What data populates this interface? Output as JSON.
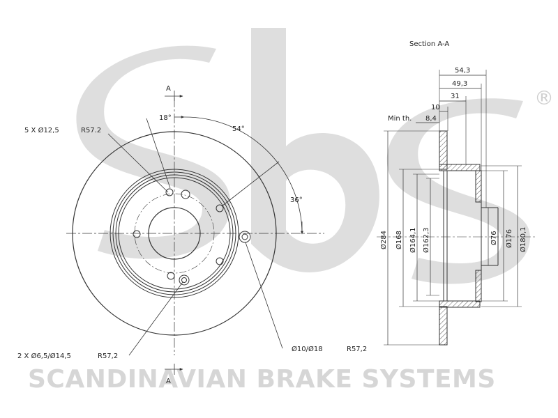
{
  "watermark": {
    "brand_text": "SCANDINAVIAN BRAKE SYSTEMS",
    "logo_letters": "sbs",
    "registered_mark": "®",
    "color": "#d8d8d8"
  },
  "front_view": {
    "section_marker_top": "A",
    "section_marker_bottom": "A",
    "label_bolt_holes": "5 X Ø12,5",
    "label_bolt_pcd": "R57.2",
    "label_angle_18": "18°",
    "label_angle_54": "54°",
    "label_angle_36": "36°",
    "label_small_holes": "2 X Ø6,5/Ø14,5",
    "label_small_holes_pcd": "R57,2",
    "label_pin_hole": "Ø10/Ø18",
    "label_pin_hole_pcd": "R57,2"
  },
  "section_view": {
    "title": "Section A-A",
    "dim_54_3": "54,3",
    "dim_49_3": "49,3",
    "dim_31": "31",
    "dim_10": "10",
    "min_thickness_label": "Min th.",
    "min_thickness_value": "8,4",
    "dia_284": "Ø284",
    "dia_168": "Ø168",
    "dia_164_1": "Ø164,1",
    "dia_162_3": "Ø162,3",
    "dia_76": "Ø76",
    "dia_176": "Ø176",
    "dia_180_1": "Ø180,1"
  },
  "colors": {
    "line": "#333333",
    "hatch": "#555555"
  }
}
